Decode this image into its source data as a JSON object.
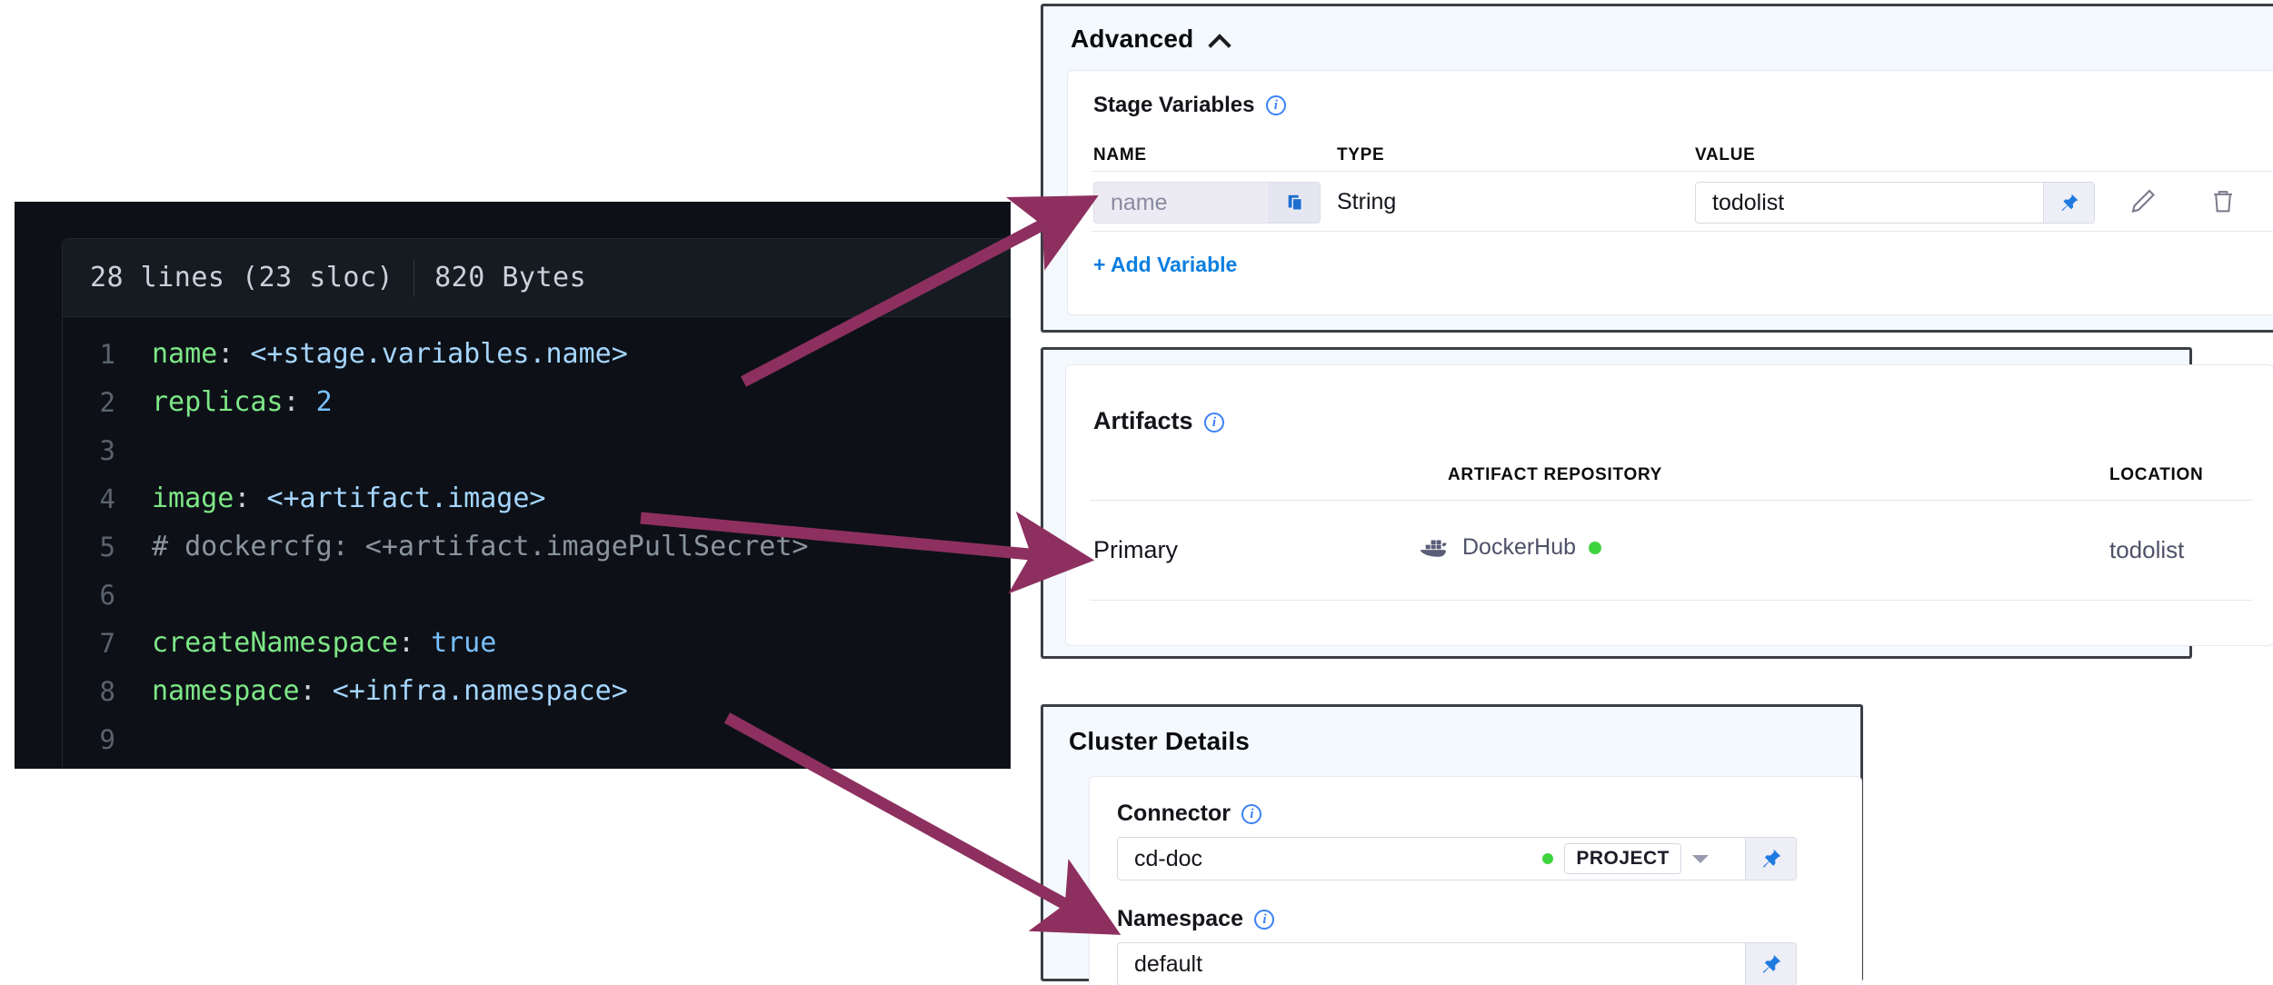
{
  "code_viewer": {
    "lines_label": "28 lines (23 sloc)",
    "size_label": "820 Bytes",
    "lines": [
      {
        "n": "1",
        "segments": [
          {
            "t": "name",
            "c": "key"
          },
          {
            "t": ": ",
            "c": "punc"
          },
          {
            "t": "<+stage.variables.name>",
            "c": "expr"
          }
        ]
      },
      {
        "n": "2",
        "segments": [
          {
            "t": "replicas",
            "c": "key"
          },
          {
            "t": ": ",
            "c": "punc"
          },
          {
            "t": "2",
            "c": "num"
          }
        ]
      },
      {
        "n": "3",
        "segments": []
      },
      {
        "n": "4",
        "segments": [
          {
            "t": "image",
            "c": "key"
          },
          {
            "t": ": ",
            "c": "punc"
          },
          {
            "t": "<+artifact.image>",
            "c": "expr"
          }
        ]
      },
      {
        "n": "5",
        "segments": [
          {
            "t": "# dockercfg: <+artifact.imagePullSecret>",
            "c": "comment"
          }
        ]
      },
      {
        "n": "6",
        "segments": []
      },
      {
        "n": "7",
        "segments": [
          {
            "t": "createNamespace",
            "c": "key"
          },
          {
            "t": ": ",
            "c": "punc"
          },
          {
            "t": "true",
            "c": "bool"
          }
        ]
      },
      {
        "n": "8",
        "segments": [
          {
            "t": "namespace",
            "c": "key"
          },
          {
            "t": ": ",
            "c": "punc"
          },
          {
            "t": "<+infra.namespace>",
            "c": "expr"
          }
        ]
      },
      {
        "n": "9",
        "segments": []
      }
    ]
  },
  "advanced": {
    "title": "Advanced",
    "collapse_state": "expanded",
    "stage_variables": {
      "label": "Stage Variables",
      "columns": [
        "NAME",
        "TYPE",
        "VALUE"
      ],
      "rows": [
        {
          "name_placeholder": "name",
          "name_value": "",
          "type": "String",
          "value": "todolist"
        }
      ],
      "add_variable_label": "+ Add Variable"
    }
  },
  "artifacts": {
    "label": "Artifacts",
    "columns": [
      "",
      "ARTIFACT REPOSITORY",
      "LOCATION"
    ],
    "rows": [
      {
        "kind": "Primary",
        "repository": "DockerHub",
        "repository_status": "connected",
        "location": "todolist"
      }
    ]
  },
  "cluster_details": {
    "title": "Cluster Details",
    "connector": {
      "label": "Connector",
      "value": "cd-doc",
      "scope_badge": "PROJECT",
      "status": "connected"
    },
    "namespace": {
      "label": "Namespace",
      "value": "default"
    }
  },
  "colors": {
    "accent_blue": "#0b7fe0",
    "arrow_magenta": "#8d3060",
    "status_green": "#3fd43f",
    "code_bg": "#0d1117",
    "panel_bg": "#f4f9fd",
    "key_green": "#7ee787",
    "expr_blue": "#a5d6ff"
  }
}
